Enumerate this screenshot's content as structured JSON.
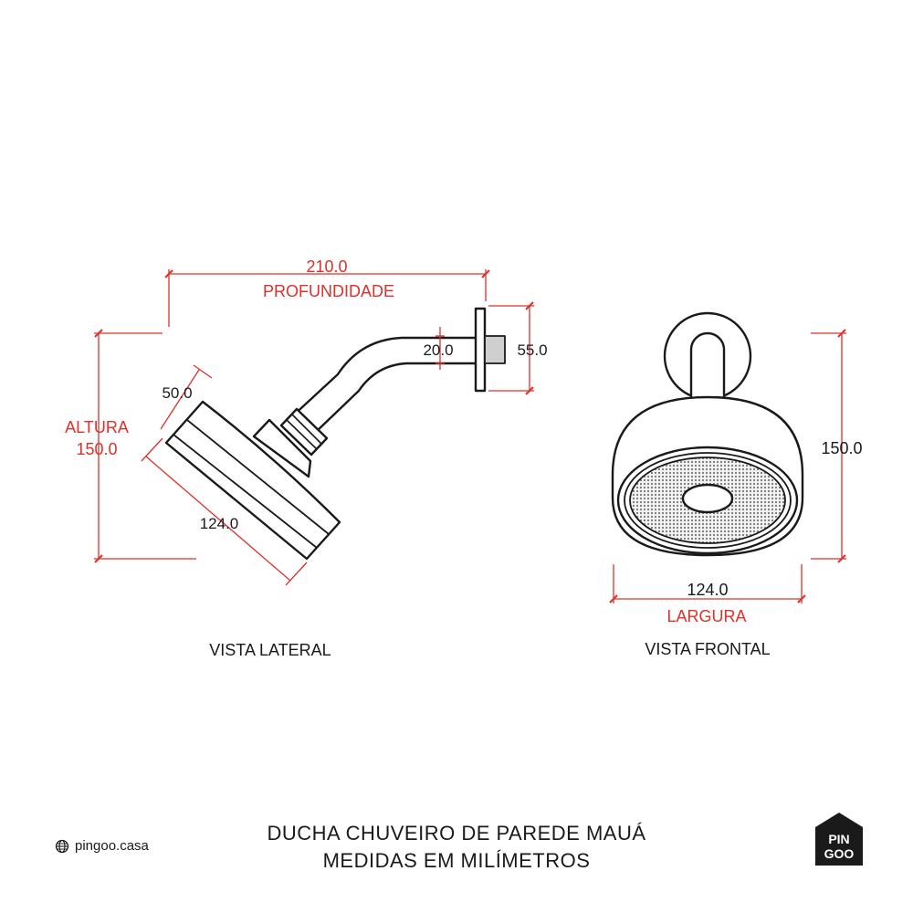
{
  "side_view": {
    "caption": "VISTA LATERAL",
    "depth_value": "210.0",
    "depth_label": "PROFUNDIDADE",
    "height_label": "ALTURA",
    "height_value": "150.0",
    "head_thickness": "50.0",
    "head_diameter": "124.0",
    "pipe_diameter": "20.0",
    "flange_height": "55.0"
  },
  "front_view": {
    "caption": "VISTA FRONTAL",
    "height_value": "150.0",
    "width_value": "124.0",
    "width_label": "LARGURA"
  },
  "footer": {
    "website": "pingoo.casa",
    "title_line1": "DUCHA CHUVEIRO DE PAREDE MAUÁ",
    "title_line2": "MEDIDAS EM MILÍMETROS",
    "logo_line1": "PIN",
    "logo_line2": "GOO"
  },
  "colors": {
    "dimension_red": "#e0302a",
    "line_black": "#1a1a1a"
  }
}
